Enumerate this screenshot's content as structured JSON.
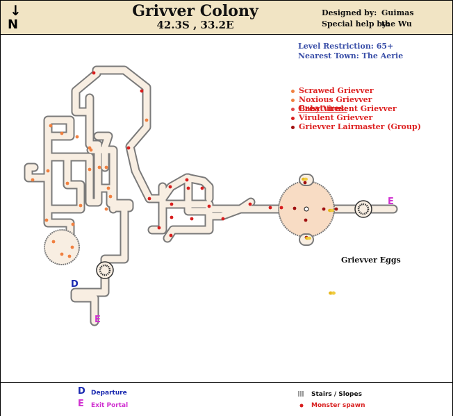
{
  "header": {
    "compass_letter": "N",
    "title": "Grivver Colony",
    "coordinates": "42.3S , 33.2E",
    "designed_by_label": "Designed by:",
    "designed_by_value": "Guimas",
    "special_help_label": "Special help by:",
    "special_help_value": "the Wu"
  },
  "info": {
    "level_restriction": "Level Restriction:  65+",
    "nearest_town": "Nearest Town: The Aerie",
    "creatures_heading": "Creatures:",
    "creatures": [
      {
        "name": "Scrawed Grievver",
        "color": "#f08040"
      },
      {
        "name": "Noxious Grievver",
        "color": "#f08040"
      },
      {
        "name": "Baby Virulent Grievver",
        "color": "#e04848"
      },
      {
        "name": "Virulent Grievver",
        "color": "#d81e1e"
      },
      {
        "name": "Grievver Lairmaster (Group)",
        "color": "#a01010"
      }
    ],
    "egg_label": "Grievver Eggs",
    "egg_color": "#e8b820"
  },
  "map": {
    "tunnel_fill": "#f8eee2",
    "tunnel_edge": "#7a7a7a",
    "departure_letter": "D",
    "exit_letter_west": "E",
    "exit_letter_east": "E"
  },
  "legend": {
    "departure_letter": "D",
    "departure_label": "Departure",
    "departure_color": "#1a2ab0",
    "exit_letter": "E",
    "exit_label": "Exit Portal",
    "exit_color": "#d030d0",
    "stairs_label": "Stairs / Slopes",
    "spawn_label": "Monster spawn",
    "spawn_color": "#d81e1e"
  }
}
